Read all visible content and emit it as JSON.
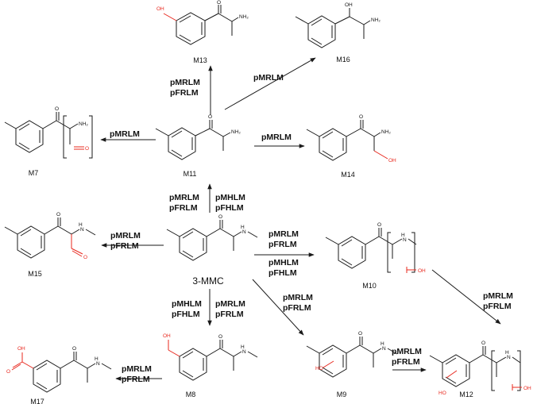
{
  "compounds": {
    "m13": "M13",
    "m16": "M16",
    "m7": "M7",
    "m11": "M11",
    "m14": "M14",
    "m15": "M15",
    "mmc": "3-MMC",
    "m10": "M10",
    "m8": "M8",
    "m9": "M9",
    "m12": "M12",
    "m17": "M17"
  },
  "atoms": {
    "o": "O",
    "oh": "OH",
    "nh2": "NH₂",
    "n": "N",
    "h": "H",
    "ho": "HO"
  },
  "enzymes": {
    "pmrlm": "pMRLM",
    "pfrlm": "pFRLM",
    "pmhlm": "pMHLM",
    "pfhlm": "pFHLM"
  },
  "colors": {
    "metabolite_site": "#e8281e",
    "ink": "#1a1a1a"
  }
}
